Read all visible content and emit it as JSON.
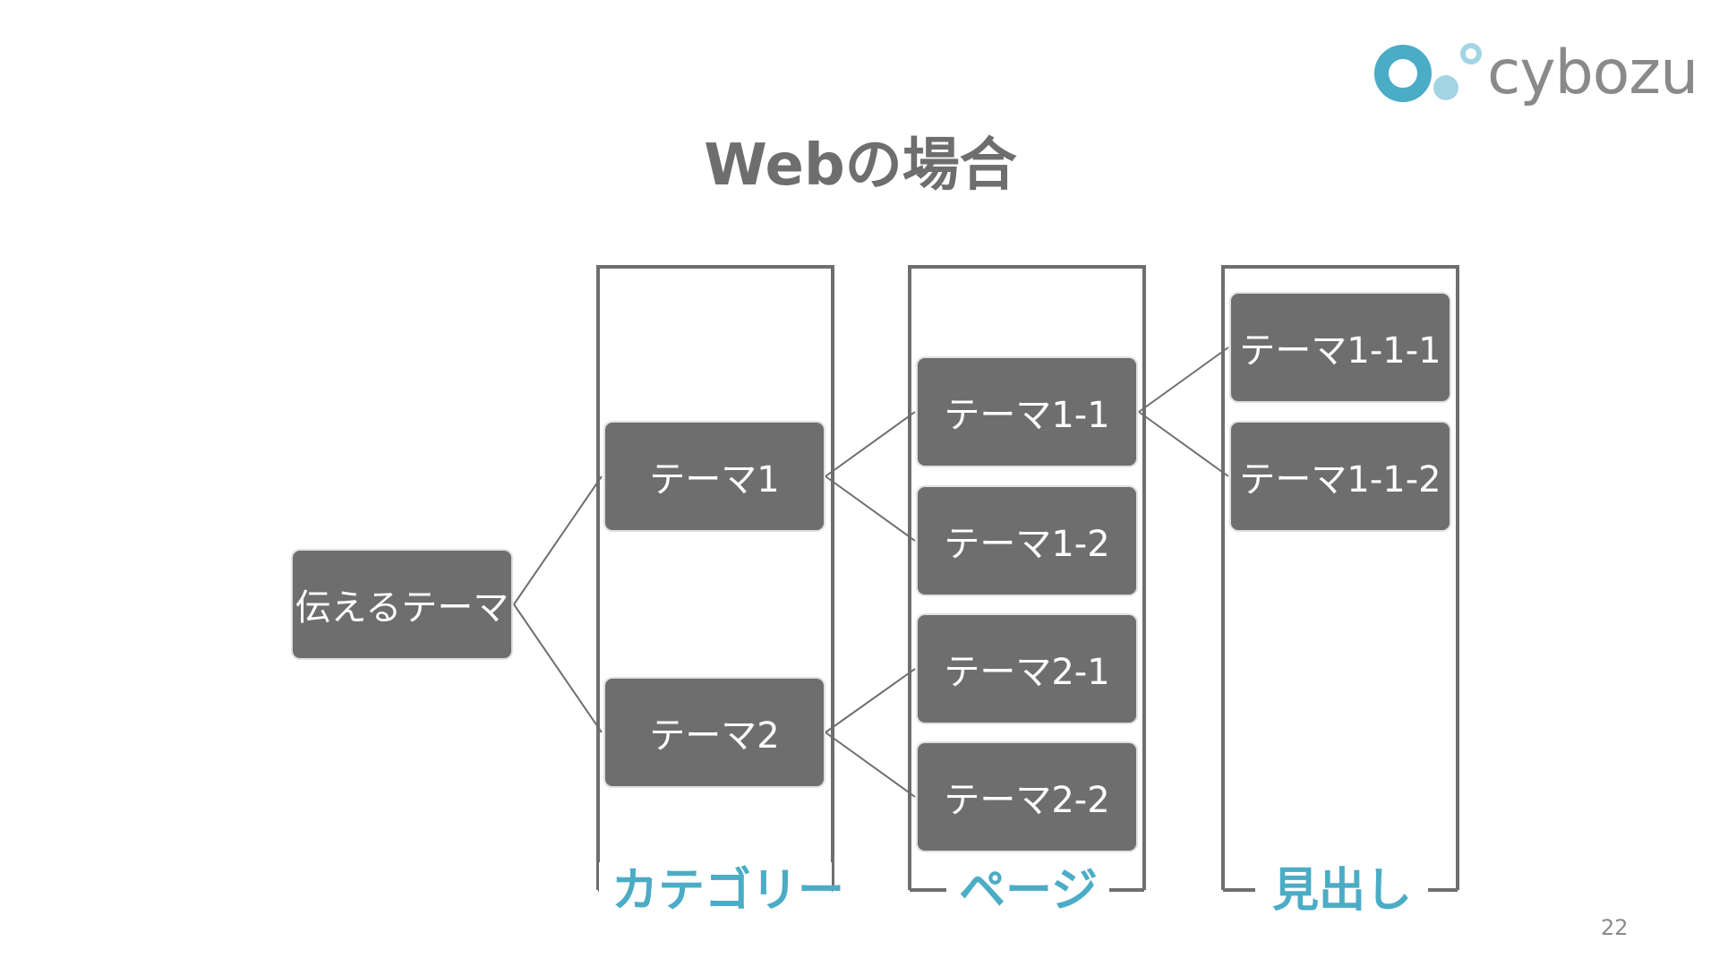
{
  "logo": {
    "text": "cybozu",
    "colors": {
      "primary": "#4bacc6",
      "secondary": "#a3d4e3",
      "text": "#8a8a8a"
    }
  },
  "title": "Webの場合",
  "root": {
    "label": "伝えるテーマ"
  },
  "columns": [
    {
      "label": "カテゴリー"
    },
    {
      "label": "ページ"
    },
    {
      "label": "見出し"
    }
  ],
  "categories": [
    {
      "label": "テーマ1"
    },
    {
      "label": "テーマ2"
    }
  ],
  "pages": [
    {
      "label": "テーマ1-1"
    },
    {
      "label": "テーマ1-2"
    },
    {
      "label": "テーマ2-1"
    },
    {
      "label": "テーマ2-2"
    }
  ],
  "headings": [
    {
      "label": "テーマ1-1-1"
    },
    {
      "label": "テーマ1-1-2"
    }
  ],
  "page_number": "22",
  "colors": {
    "node": "#6e6e6e",
    "accent": "#4bacc6",
    "frame": "#6e6e6e"
  }
}
